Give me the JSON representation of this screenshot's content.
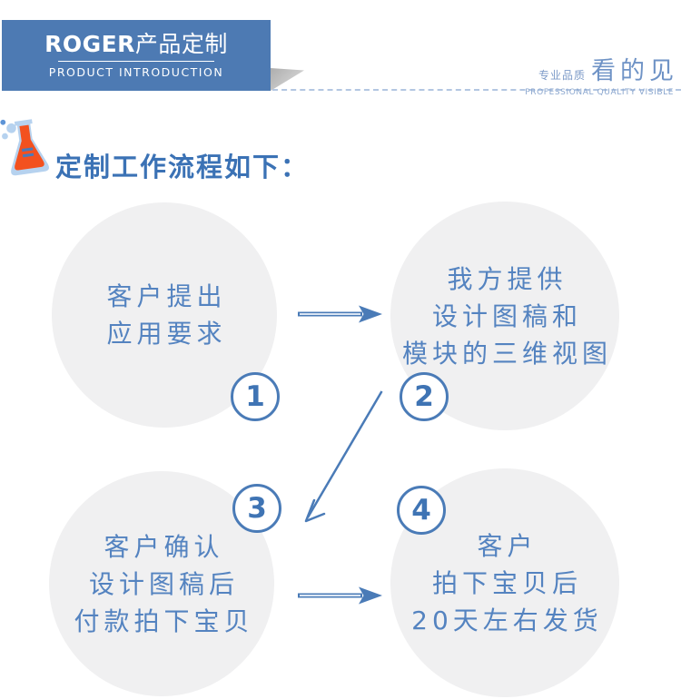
{
  "header": {
    "brand": "ROGER",
    "title_cn": "产品定制",
    "subtitle": "PRODUCT INTRODUCTION",
    "bg_color": "#4d7ab3"
  },
  "tagline": {
    "small_cn": "专业品质",
    "large_cn": "看的见",
    "subtitle": "PROFESSIONAL QUALITY VISIBLE",
    "color": "#7d9bc8"
  },
  "section": {
    "heading": "定制工作流程如下："
  },
  "flow": {
    "steps": [
      {
        "number": "1",
        "lines": [
          "客户提出",
          "应用要求"
        ]
      },
      {
        "number": "2",
        "lines": [
          "我方提供",
          "设计图稿和",
          "模块的三维视图"
        ]
      },
      {
        "number": "3",
        "lines": [
          "客户确认",
          "设计图稿后",
          "付款拍下宝贝"
        ]
      },
      {
        "number": "4",
        "lines": [
          "客户",
          "拍下宝贝后",
          "20天左右发货"
        ]
      }
    ]
  },
  "icons": {
    "flask_icon": "erlenmeyer-flask-with-orange-liquid",
    "arrow_1": "right-arrow",
    "arrow_2": "diagonal-down-left-arrow",
    "arrow_3": "right-arrow"
  },
  "colors": {
    "banner_blue": "#4d7ab3",
    "heading_blue": "#3b72b5",
    "circle_gray": "#f0f0f1",
    "circle_text_blue": "#5483c0",
    "accent_blue": "#4a7bb7",
    "flask_orange": "#f3511f",
    "flask_pale_blue": "#b6d2ef",
    "fold_gray": "#b5b5b5",
    "dashed_line_blue": "#b3c6e2"
  }
}
